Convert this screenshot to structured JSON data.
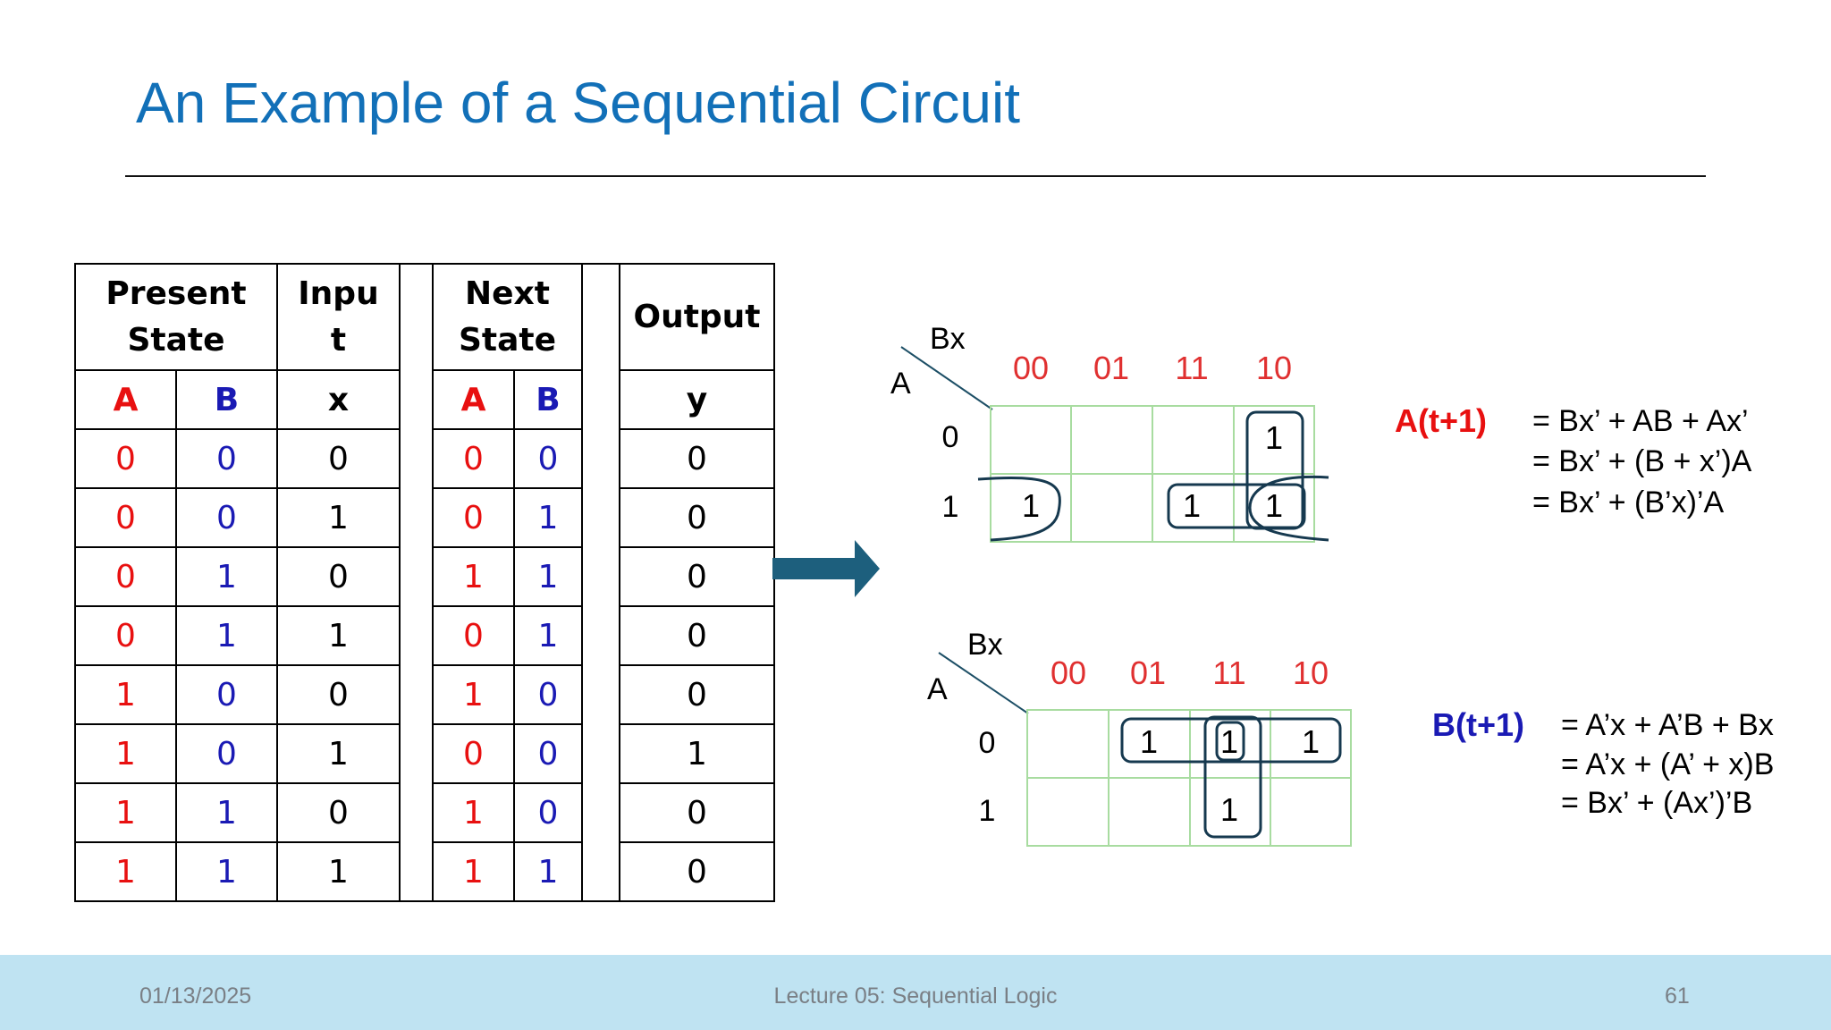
{
  "slide": {
    "title": "An Example of a Sequential Circuit"
  },
  "table": {
    "headers": {
      "present_state": [
        "Present",
        "State"
      ],
      "input": [
        "Inpu",
        "t"
      ],
      "next_state": [
        "Next",
        "State"
      ],
      "output": "Output"
    },
    "subheaders": {
      "pA": "A",
      "pB": "B",
      "x": "x",
      "nA": "A",
      "nB": "B",
      "y": "y"
    },
    "rows": [
      [
        "0",
        "0",
        "0",
        "0",
        "0",
        "0"
      ],
      [
        "0",
        "0",
        "1",
        "0",
        "1",
        "0"
      ],
      [
        "0",
        "1",
        "0",
        "1",
        "1",
        "0"
      ],
      [
        "0",
        "1",
        "1",
        "0",
        "1",
        "0"
      ],
      [
        "1",
        "0",
        "0",
        "1",
        "0",
        "0"
      ],
      [
        "1",
        "0",
        "1",
        "0",
        "0",
        "1"
      ],
      [
        "1",
        "1",
        "0",
        "1",
        "0",
        "0"
      ],
      [
        "1",
        "1",
        "1",
        "1",
        "1",
        "0"
      ]
    ]
  },
  "kmap_a": {
    "col_var": "Bx",
    "row_var": "A",
    "col_labels": [
      "00",
      "01",
      "11",
      "10"
    ],
    "row_labels": [
      "0",
      "1"
    ],
    "cells": [
      [
        "",
        "",
        "",
        "1"
      ],
      [
        "1",
        "",
        "1",
        "1"
      ]
    ]
  },
  "kmap_b": {
    "col_var": "Bx",
    "row_var": "A",
    "col_labels": [
      "00",
      "01",
      "11",
      "10"
    ],
    "row_labels": [
      "0",
      "1"
    ],
    "cells": [
      [
        "",
        "1",
        "1",
        "1"
      ],
      [
        "",
        "",
        "1",
        ""
      ]
    ]
  },
  "equation_a": {
    "label": "A(t+1)",
    "lines": [
      "= Bx’ + AB +   Ax’",
      "= Bx’ + (B + x’)A",
      "= Bx’ + (B’x)’A"
    ]
  },
  "equation_b": {
    "label": "B(t+1)",
    "lines": [
      "= A’x + A’B +  Bx",
      "= A’x + (A’ + x)B",
      "= Bx’ + (Ax’)’B"
    ]
  },
  "footer": {
    "date": "01/13/2025",
    "center": "Lecture 05: Sequential Logic",
    "page": "61"
  },
  "colors": {
    "title": "#1270b8",
    "var_a": "#e81010",
    "var_b": "#1a1ab4",
    "kmap_label": "#e03030",
    "kmap_grid": "#a8dca0",
    "group_outline": "#16394f",
    "arrow": "#1d5f7d",
    "footer_bg": "#bfe3f2"
  }
}
